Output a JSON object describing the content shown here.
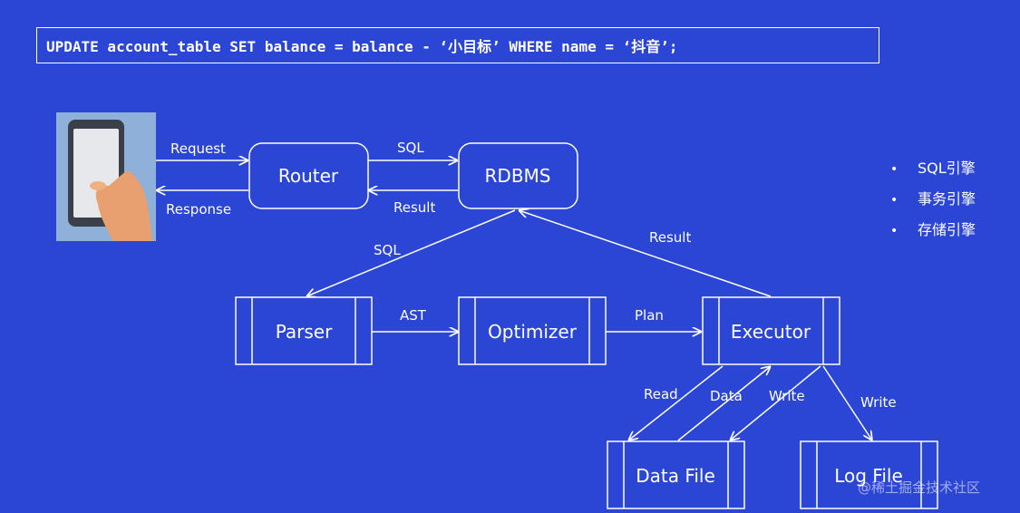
{
  "sql_statement": "UPDATE account_table SET balance = balance - ‘小目标’ WHERE name = ‘抖音’;",
  "nodes": {
    "router": "Router",
    "rdbms": "RDBMS",
    "parser": "Parser",
    "optimizer": "Optimizer",
    "executor": "Executor",
    "data_file": "Data File",
    "log_file": "Log File"
  },
  "edges": {
    "request": "Request",
    "response": "Response",
    "sql_to_rdbms": "SQL",
    "result_to_router": "Result",
    "sql_to_parser": "SQL",
    "result_to_rdbms": "Result",
    "ast": "AST",
    "plan": "Plan",
    "read": "Read",
    "data": "Data",
    "write_data": "Write",
    "write_log": "Write"
  },
  "engines": [
    "SQL引擎",
    "事务引擎",
    "存储引擎"
  ],
  "watermark": "@稀土掘金技术社区",
  "colors": {
    "background": "#2b45d4",
    "foreground": "#ffffff",
    "phone_panel": "#8fb0d8",
    "hand": "#e8a070"
  },
  "icons": {
    "client": "phone-in-hand-icon"
  }
}
